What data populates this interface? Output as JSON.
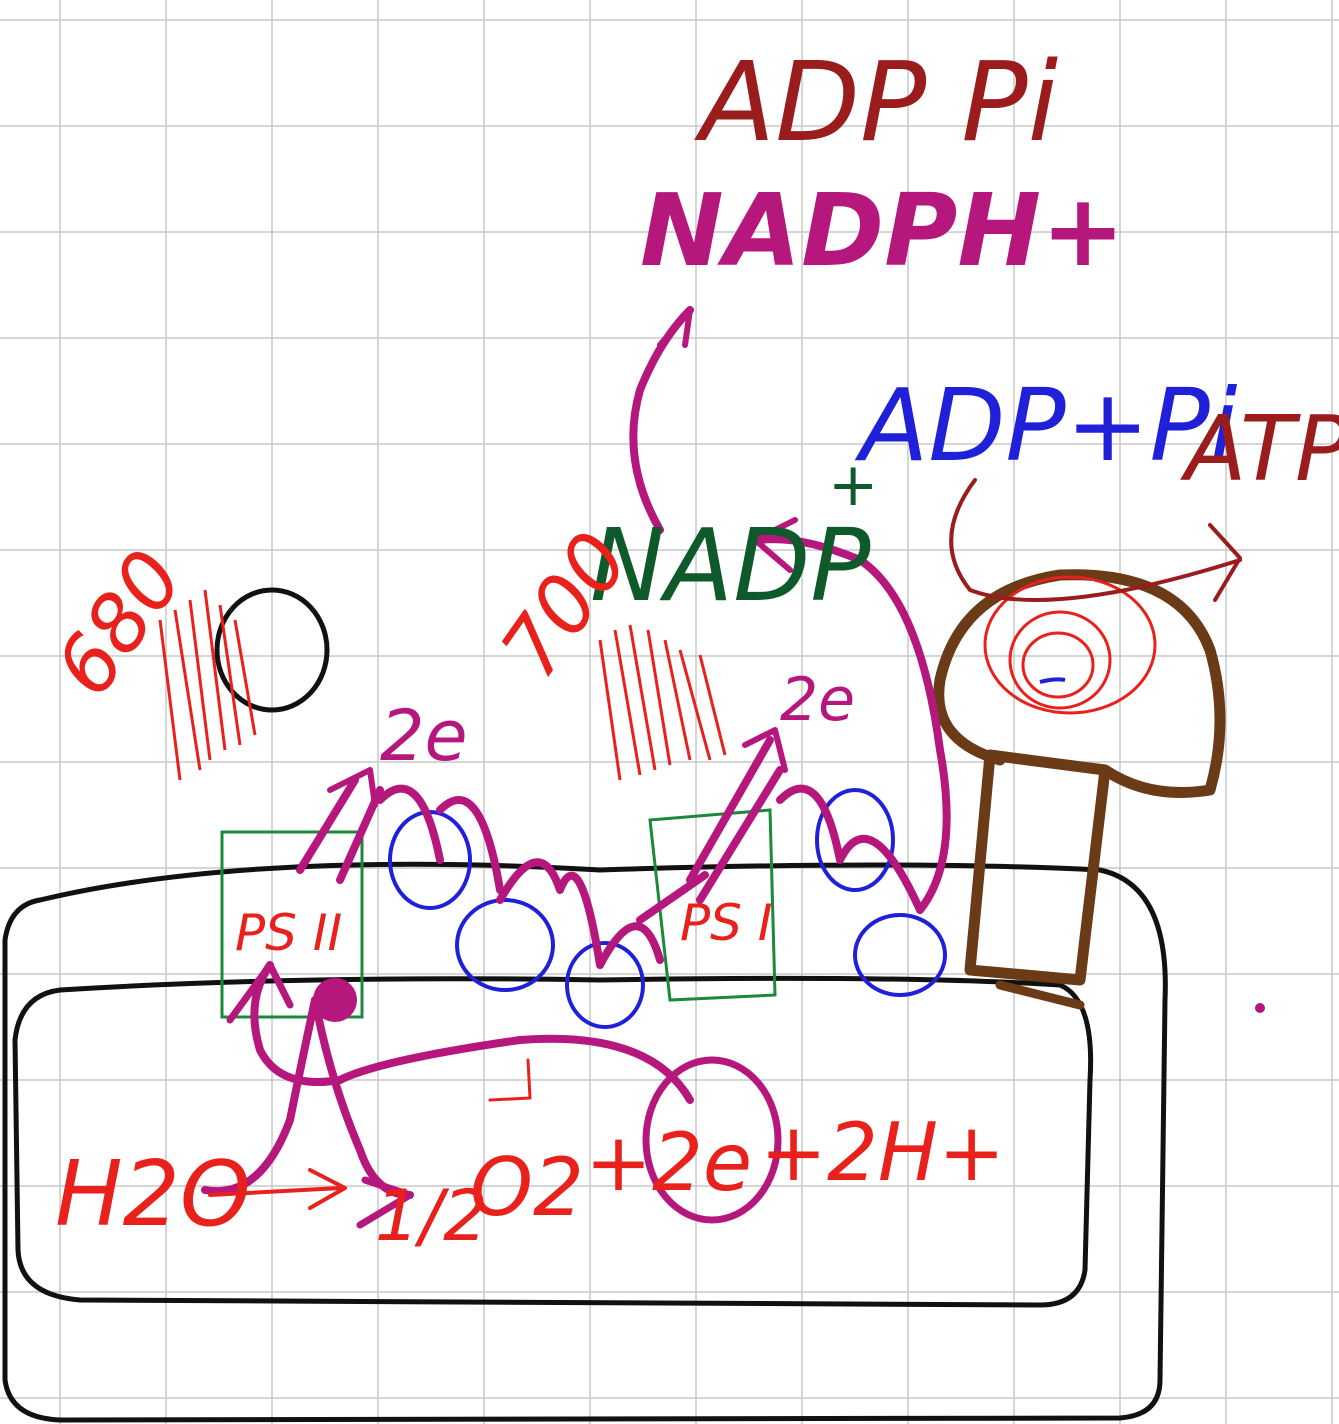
{
  "colors": {
    "grid": "#c8c8c8",
    "red": "#e8211c",
    "darkred": "#9b1c1c",
    "magenta": "#b5177d",
    "blue": "#2020d8",
    "green": "#1a8a3a",
    "darkgreen": "#0f5a2a",
    "brown": "#6b3a16",
    "black": "#111111"
  },
  "labels": {
    "adp_pi_top": "ADP  Pi",
    "nadph": "NADPH+",
    "adp_pi_blue": "ADP+Pi",
    "atp": "ATP",
    "nadp": "NADP",
    "nadp_plus": "+",
    "wavelength_680": "680",
    "wavelength_700": "700",
    "electrons_2e_left": "2e",
    "electrons_2e_right": "2e",
    "ps2": "PS II",
    "ps1": "PS I",
    "water": "H2O",
    "half": "1/2",
    "oxygen": "O2",
    "plus_2e": "+2e",
    "plus_2h": "+2H+"
  },
  "icons": [
    "light-wave-icon",
    "atp-synthase-icon",
    "arrow-icon",
    "electron-carrier-icon"
  ]
}
